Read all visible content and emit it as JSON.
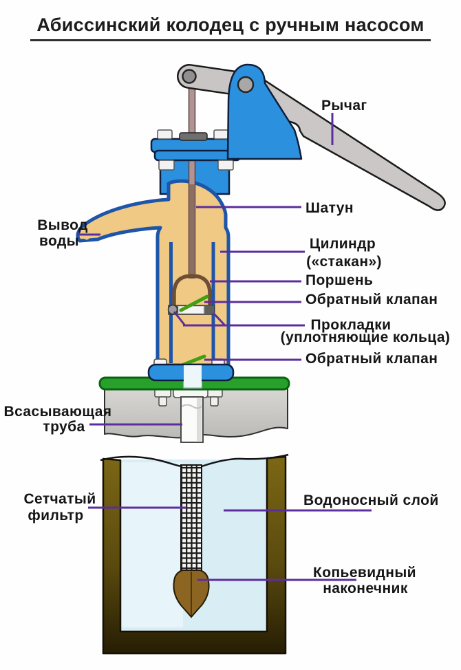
{
  "title": "Абиссинский колодец с ручным насосом",
  "colors": {
    "leader_purple": "#5b2d9e",
    "pump_blue": "#2b90de",
    "body_tan": "#f0ca84",
    "lever_gray": "#cbc7c7",
    "rod_pink": "#b09393",
    "platform_green": "#28a12c",
    "valve_green": "#3fa011",
    "water_blue": "#d9edf5",
    "soil_brown": "#6b570f",
    "spear_brown": "#8c6522",
    "ground_gray": "#cfcecb",
    "label_black": "#151515"
  },
  "labels": {
    "lever": "Рычаг",
    "rod": "Шатун",
    "water_outlet": {
      "line1": "Вывод",
      "line2": "воды"
    },
    "cylinder": {
      "line1": "Цилиндр",
      "line2": "(«стакан»)"
    },
    "piston": "Поршень",
    "check_valve_upper": "Обратный клапан",
    "gaskets": {
      "line1": "Прокладки",
      "line2": "(уплотняющие кольца)"
    },
    "check_valve_lower": "Обратный клапан",
    "suction_pipe": {
      "line1": "Всасывающая",
      "line2": "труба"
    },
    "mesh_filter": {
      "line1": "Сетчатый",
      "line2": "фильтр"
    },
    "aquifer": "Водоносный слой",
    "spear_tip": {
      "line1": "Копьевидный",
      "line2": "наконечник"
    }
  }
}
